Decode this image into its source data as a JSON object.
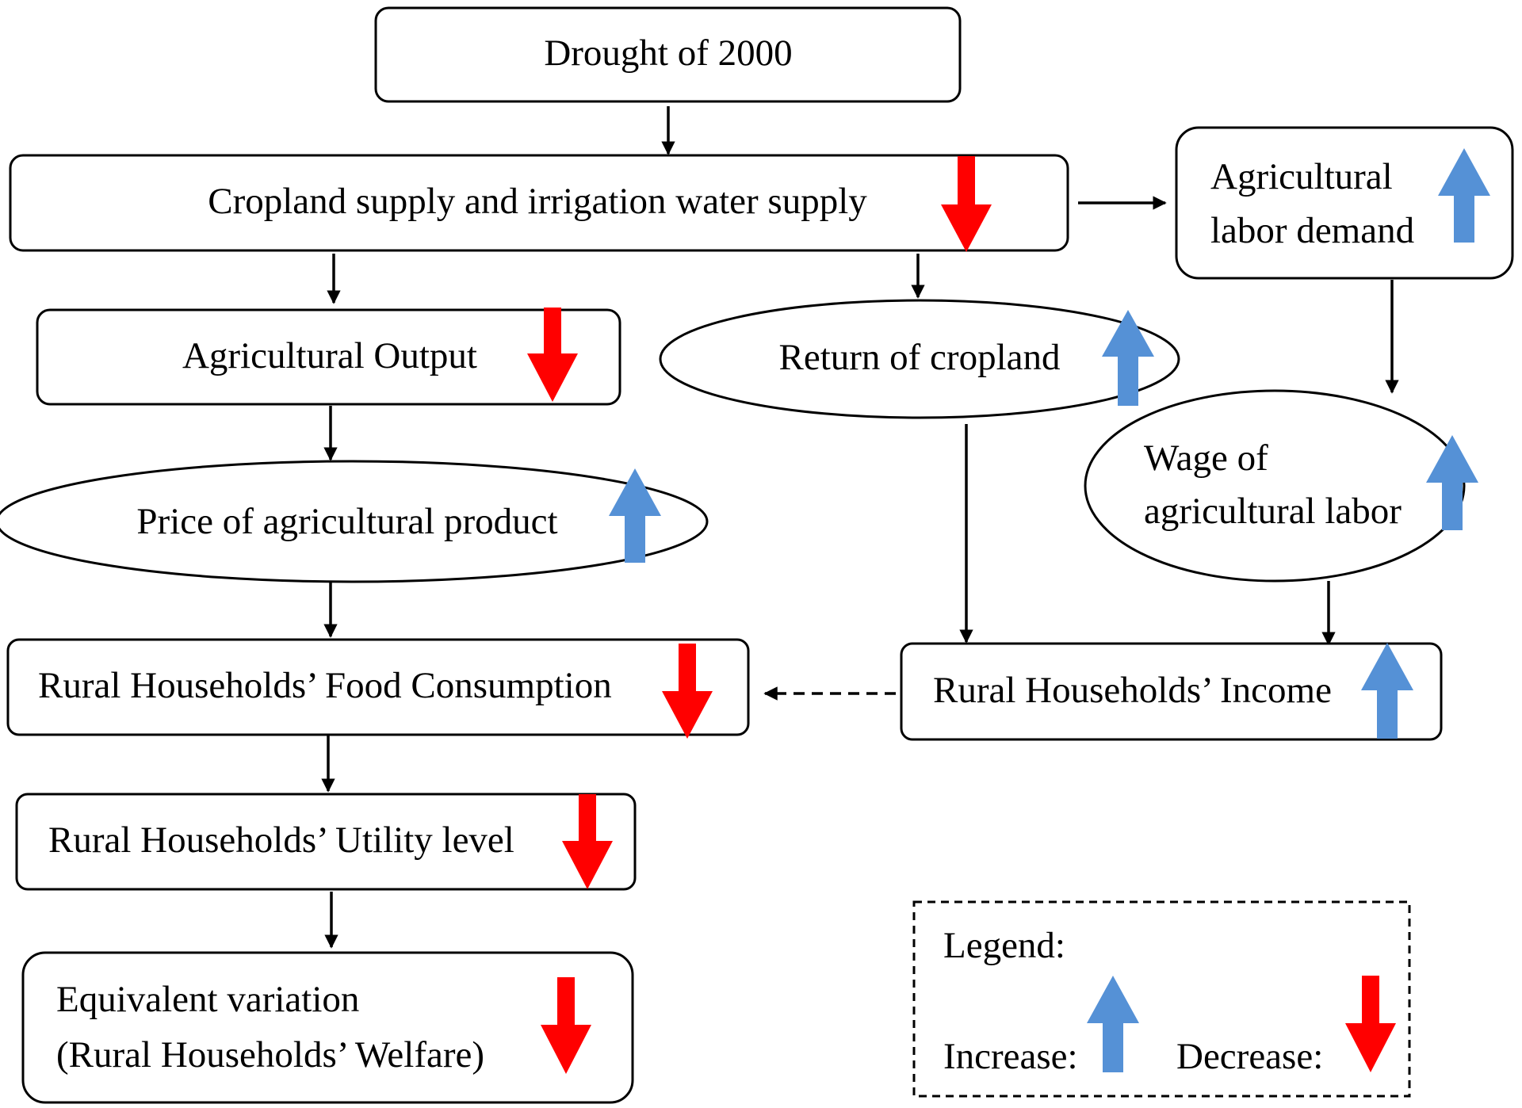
{
  "nodes": {
    "drought": {
      "label": "Drought of 2000"
    },
    "cropland_supply": {
      "label": "Cropland supply and irrigation water supply",
      "change": "decrease"
    },
    "ag_labor_demand": {
      "line1": "Agricultural",
      "line2": "labor demand",
      "change": "increase"
    },
    "ag_output": {
      "label": "Agricultural Output",
      "change": "decrease"
    },
    "return_cropland": {
      "label": "Return of cropland",
      "change": "increase"
    },
    "wage_ag_labor": {
      "line1": "Wage of",
      "line2": "agricultural labor",
      "change": "increase"
    },
    "price_ag_product": {
      "label": "Price of agricultural product",
      "change": "increase"
    },
    "food_consumption": {
      "label": "Rural Households’ Food Consumption",
      "change": "decrease"
    },
    "income": {
      "label": "Rural Households’ Income",
      "change": "increase"
    },
    "utility_level": {
      "label": "Rural Households’ Utility level",
      "change": "decrease"
    },
    "equivalent_variation": {
      "line1": "Equivalent variation",
      "line2": "(Rural Households’ Welfare)",
      "change": "decrease"
    }
  },
  "legend": {
    "title": "Legend:",
    "increase_label": "Increase:",
    "decrease_label": "Decrease:"
  },
  "colors": {
    "increase": "#5591D6",
    "decrease": "#FF0000",
    "stroke": "#000000"
  },
  "icons": {
    "increase": "up-arrow-icon",
    "decrease": "down-arrow-icon"
  }
}
